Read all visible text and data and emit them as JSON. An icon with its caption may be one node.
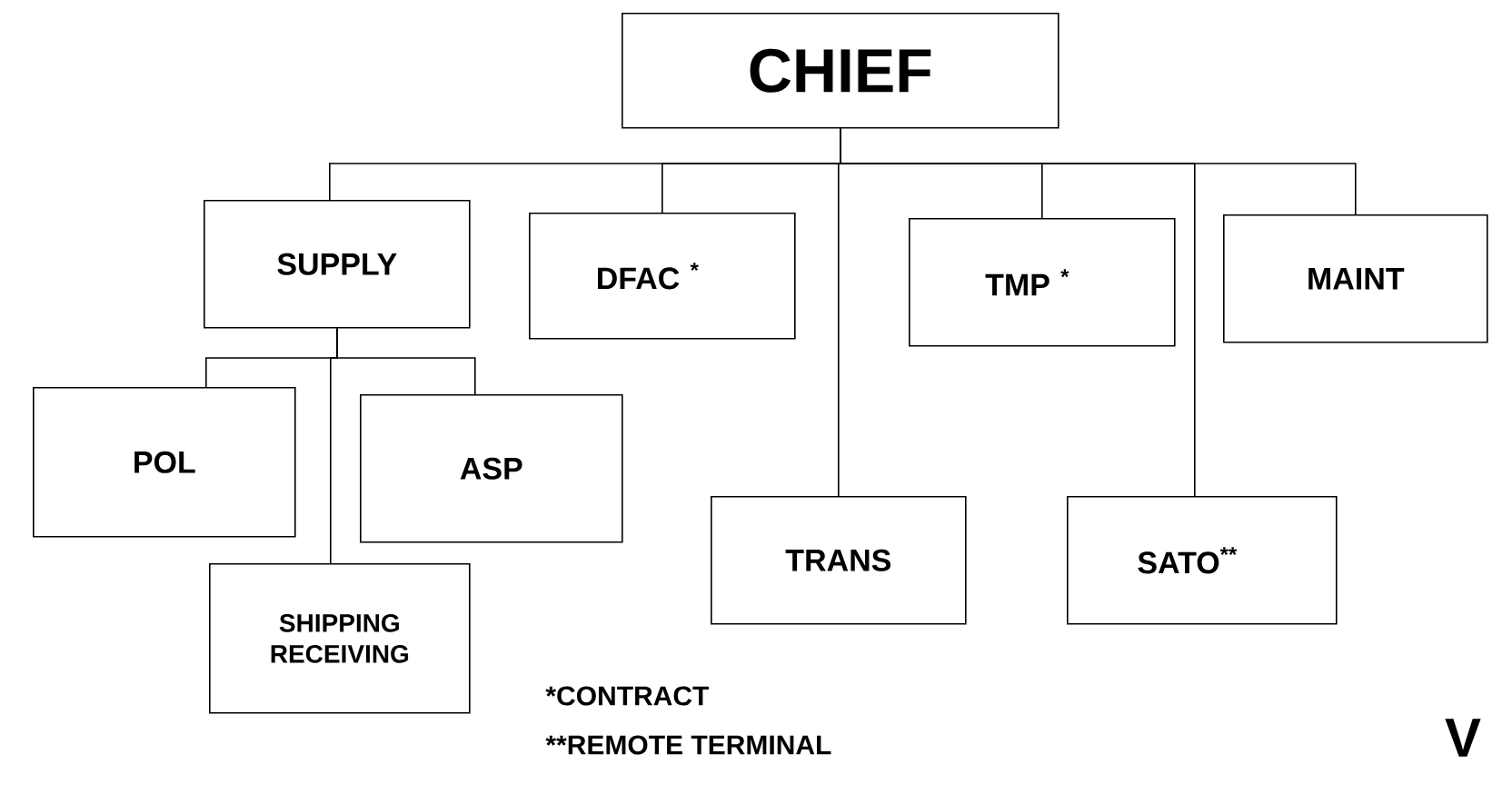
{
  "diagram": {
    "nodes": [
      {
        "text": [
          "CHIEF"
        ]
      },
      {
        "text": [
          "SUPPLY"
        ]
      },
      {
        "text": [
          "DFAC $^{*}$"
        ]
      },
      {
        "text": [
          "TMP $^{*}$"
        ]
      },
      {
        "text": [
          "MAINT"
        ]
      },
      {
        "text": [
          "POL"
        ]
      },
      {
        "text": [
          "ASP"
        ]
      },
      {
        "text": [
          "TRANS"
        ]
      },
      {
        "text": [
          "SATO$^{**}$"
        ]
      },
      {
        "text": [
          "SHIPPING RECEIVING"
        ]
      }
    ],
    "edges": [
      {
        "from": 0,
        "to": 1,
        "arrow": "none"
      },
      {
        "from": 0,
        "to": 2,
        "arrow": "none"
      },
      {
        "from": 0,
        "to": 3,
        "arrow": "none"
      },
      {
        "from": 0,
        "to": 4,
        "arrow": "none"
      },
      {
        "from": 0,
        "to": 7,
        "arrow": "none"
      },
      {
        "from": 0,
        "to": 8,
        "arrow": "none"
      },
      {
        "from": 1,
        "to": 5,
        "arrow": "none"
      },
      {
        "from": 1,
        "to": 6,
        "arrow": "none"
      },
      {
        "from": 1,
        "to": 9,
        "arrow": "none"
      }
    ],
    "labels": [
      "*CONTRACT",
      "**REMOTE TERMINAL",
      "V"
    ]
  }
}
